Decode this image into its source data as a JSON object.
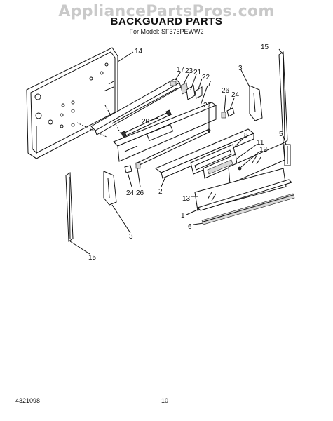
{
  "watermark": "AppliancePartsPros.com",
  "title": "BACKGUARD PARTS",
  "subtitle": "For Model: SF375PEWW2",
  "footer": {
    "doc_number": "4321098",
    "page_number": "10"
  },
  "callouts": {
    "c14": "14",
    "c15a": "15",
    "c15b": "15",
    "c17": "17",
    "c23": "23",
    "c21": "21",
    "c22": "22",
    "c7": "7",
    "c3a": "3",
    "c3b": "3",
    "c26a": "26",
    "c24a": "24",
    "c27": "27",
    "c20": "20",
    "c8": "8",
    "c11": "11",
    "c12": "12",
    "c5": "5",
    "c24b": "24",
    "c26b": "26",
    "c2": "2",
    "c13": "13",
    "c1": "1",
    "c6": "6"
  }
}
